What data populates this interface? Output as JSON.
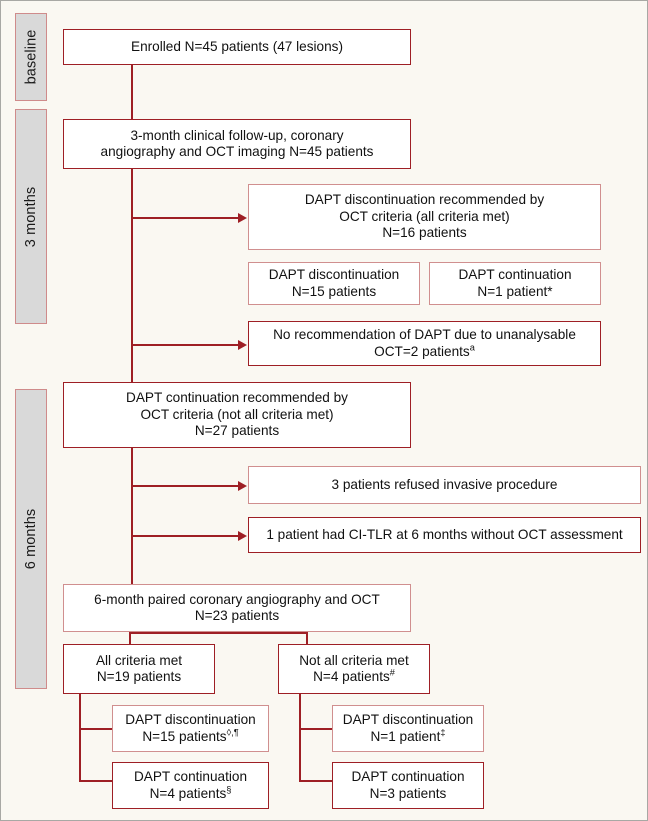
{
  "figure": {
    "type": "patient-flow-diagram",
    "background_color": "#faf8f2",
    "accent_color": "#9e1f25",
    "box_border_light": "#d08f8f",
    "stage_fill": "#d9d9d9"
  },
  "stages": [
    {
      "id": "baseline",
      "label": "baseline"
    },
    {
      "id": "3-months",
      "label": "3 months"
    },
    {
      "id": "6-months",
      "label": "6 months"
    }
  ],
  "nodes": {
    "enrolled": {
      "lines": [
        "Enrolled N=45 patients (47 lesions)"
      ]
    },
    "followup_3m": {
      "lines": [
        "3-month clinical follow-up, coronary",
        "angiography and OCT imaging N=45 patients"
      ]
    },
    "dapt_discont_rec": {
      "lines": [
        "DAPT discontinuation recommended by",
        "OCT criteria (all criteria met)",
        "N=16 patients"
      ]
    },
    "dapt_discontinuation_15": {
      "lines": [
        "DAPT discontinuation",
        "N=15 patients"
      ]
    },
    "dapt_continuation_1": {
      "lines": [
        "DAPT continuation",
        "N=1 patient*"
      ]
    },
    "no_recommendation": {
      "lines": [
        "No recommendation of DAPT due to unanalysable",
        "OCT=2 patients<sup>a</sup>"
      ]
    },
    "dapt_cont_rec": {
      "lines": [
        "DAPT continuation recommended by",
        "OCT criteria (not all criteria met)",
        "N=27 patients"
      ]
    },
    "refused": {
      "lines": [
        "3 patients refused invasive procedure"
      ]
    },
    "ci_tlr": {
      "lines": [
        "1 patient had CI-TLR at 6 months without OCT assessment"
      ]
    },
    "paired_6m": {
      "lines": [
        "6-month paired coronary angiography and OCT",
        "N=23 patients"
      ]
    },
    "all_criteria_met": {
      "lines": [
        "All criteria met",
        "N=19 patients"
      ]
    },
    "not_all_criteria_met": {
      "lines": [
        "Not all criteria met",
        "N=4 patients<sup>#</sup>"
      ]
    },
    "left_discontinuation": {
      "lines": [
        "DAPT discontinuation",
        "N=15 patients<sup>◊,¶</sup>"
      ]
    },
    "left_continuation": {
      "lines": [
        "DAPT continuation",
        "N=4 patients<sup>§</sup>"
      ]
    },
    "right_discontinuation": {
      "lines": [
        "DAPT discontinuation",
        "N=1 patient<sup>‡</sup>"
      ]
    },
    "right_continuation": {
      "lines": [
        "DAPT continuation",
        "N=3 patients"
      ]
    }
  }
}
